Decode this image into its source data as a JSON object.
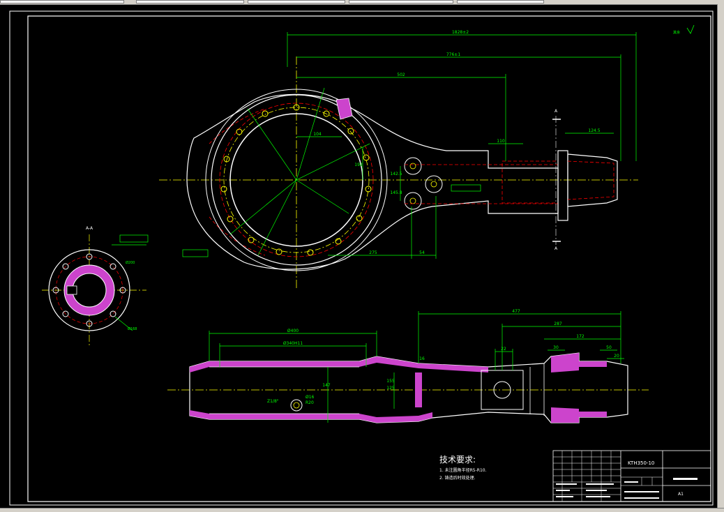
{
  "drawing": {
    "tech_title": "技术要求:",
    "tech_notes": [
      "1. 未注圆角半径R5-R10.",
      "2. 铸造后时效处理."
    ],
    "title_block": {
      "part_code": "KTH350-10",
      "sheet_size": "A1"
    },
    "roughness_note": "其余",
    "section_label": "A-A",
    "cut_label": "A",
    "dims_top": [
      "1828±2",
      "776±1",
      "502",
      "110",
      "124.5",
      "104",
      "192",
      "275",
      "54",
      "142.5",
      "145.8"
    ],
    "dims_bottom": [
      "477",
      "287",
      "172",
      "30",
      "50",
      "20",
      "22",
      "16",
      "147",
      "155",
      "125"
    ],
    "labels_bottom": [
      "Ø400",
      "Ø340H11",
      "Ø16",
      "R20",
      "Z1/8\""
    ],
    "labels_section": [
      "Ø168",
      "Ø200"
    ]
  },
  "colors": {
    "background": "#000000",
    "line": "#ffffff",
    "dimension": "#00ff00",
    "center": "#ffff00",
    "hidden": "#ff0000",
    "hatch": "#cc44cc",
    "ui_gray": "#d4d0c8"
  }
}
